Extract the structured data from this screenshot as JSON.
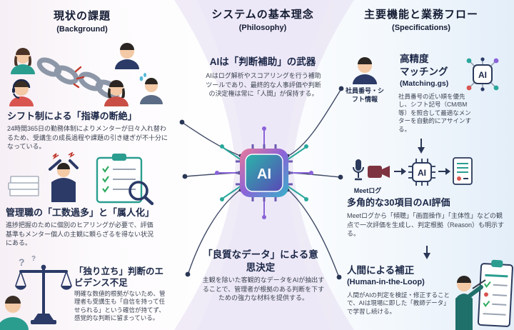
{
  "left": {
    "title": "現状の課題",
    "subtitle": "(Background)",
    "sections": [
      {
        "heading": "シフト制による「指導の断絶」",
        "body": "24時間365日の勤務体制によりメンターが日々入れ替わるため、受講生の成長過程や課題の引き継ぎが不十分になっている。"
      },
      {
        "heading": "管理職の「工数過多」と「属人化」",
        "body": "進捗把握のために個別のヒアリングが必要で、評価基準もメンター個人の主観に頼らざるを得ない状況にある。"
      },
      {
        "heading": "「独り立ち」判断のエビデンス不足",
        "body": "明確な数値的根拠がないため、管理者も受講生も「自信を持って任せられる」という確信が持てず、感覚的な判断に留まっている。"
      }
    ]
  },
  "middle": {
    "title": "システムの基本理念",
    "subtitle": "(Philosophy)",
    "top_heading": "AIは「判断補助」の武器",
    "top_body": "AIはログ解析やスコアリングを行う補助ツールであり、最終的な人事評価や判断の決定権は常に「人間」が保持する。",
    "chip_label": "AI",
    "bottom_heading": "「良質なデータ」による意思決定",
    "bottom_body": "主観を除いた客観的なデータをAIが抽出することで、管理者が根拠のある判断を下すための強力な材料を提供する。"
  },
  "right": {
    "title": "主要機能と業務フロー",
    "subtitle": "(Specifications)",
    "matching": {
      "heading_line1": "高精度",
      "heading_line2": "マッチング",
      "subheading": "(Matching.gs)",
      "input_label": "社員番号・シフト情報",
      "ai_label": "AI",
      "body": "社員番号の近い順を優先し、シフト記号（CM/BM等）を照合して最適なメンターを自動的にアサインする。"
    },
    "evaluation": {
      "heading": "多角的な30項目のAI評価",
      "input_label": "Meetログ",
      "ai_label": "AI",
      "body": "Meetログから「傾聴」「画面操作」「主体性」などの観点で一次評価を生成し、判定根拠（Reason）も明示する。"
    },
    "human": {
      "heading": "人間による補正",
      "subheading": "(Human-in-the-Loop)",
      "body": "人間がAIの判定を検証・修正することで、AIは現場に即した「教師データ」で学習し続ける。"
    }
  }
}
